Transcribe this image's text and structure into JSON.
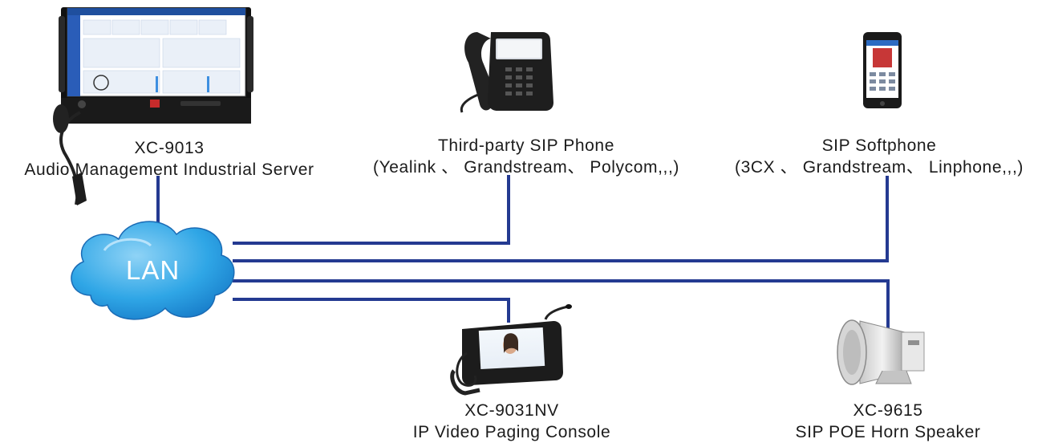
{
  "colors": {
    "link_line": "#243a91",
    "cloud_light": "#8fd3f6",
    "cloud_mid": "#2fa6e6",
    "cloud_dark": "#1272c2"
  },
  "icons": {
    "server": "rack-server-icon",
    "phone": "desk-phone-icon",
    "softphone": "smartphone-icon",
    "cloud": "lan-cloud-icon",
    "console": "paging-console-icon",
    "speaker": "horn-speaker-icon"
  },
  "lan": {
    "label": "LAN"
  },
  "server": {
    "model": "XC-9013",
    "name": "Audio Management Industrial Server"
  },
  "sip_phone": {
    "name": "Third-party SIP Phone",
    "brands": "(Yealink 、 Grandstream、 Polycom,,,)"
  },
  "softphone": {
    "name": "SIP Softphone",
    "brands": "(3CX 、 Grandstream、 Linphone,,,)"
  },
  "console": {
    "model": "XC-9031NV",
    "name": "IP Video Paging Console"
  },
  "speaker": {
    "model": "XC-9615",
    "name": "SIP POE Horn Speaker"
  }
}
